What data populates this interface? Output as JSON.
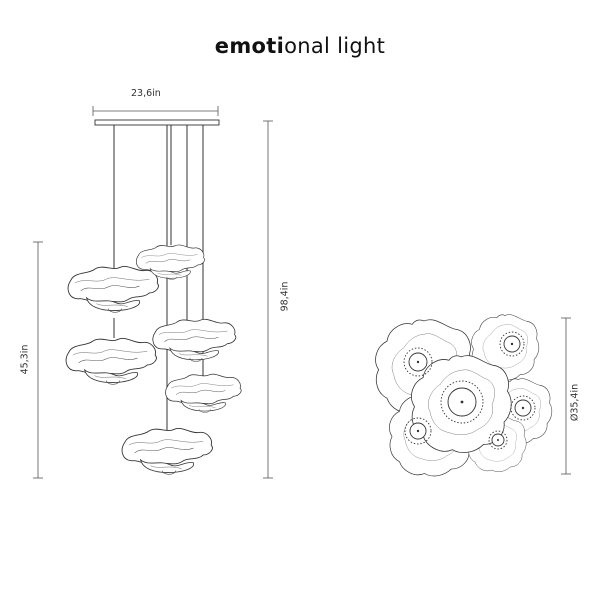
{
  "brand": {
    "bold_part": "emoti",
    "regular_part": "onal light"
  },
  "dimensions": {
    "width": "23,6in",
    "total_height": "98,4in",
    "cluster_height": "45,3in",
    "diameter": "Ø35,4in"
  },
  "colors": {
    "line": "#333333",
    "dim_line": "#555555"
  },
  "views": [
    "side-elevation-view",
    "top-plan-view"
  ]
}
